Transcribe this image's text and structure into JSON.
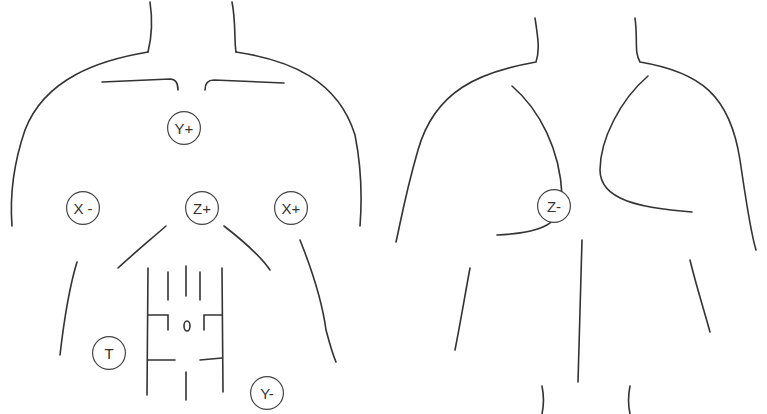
{
  "diagram": {
    "nodes": [
      {
        "text": [
          "Y+"
        ]
      },
      {
        "text": [
          "X -"
        ]
      },
      {
        "text": [
          "Z+"
        ]
      },
      {
        "text": [
          "X+"
        ]
      },
      {
        "text": [
          "T"
        ]
      },
      {
        "text": [
          "Y-"
        ]
      },
      {
        "text": [
          "Z-"
        ]
      }
    ]
  }
}
